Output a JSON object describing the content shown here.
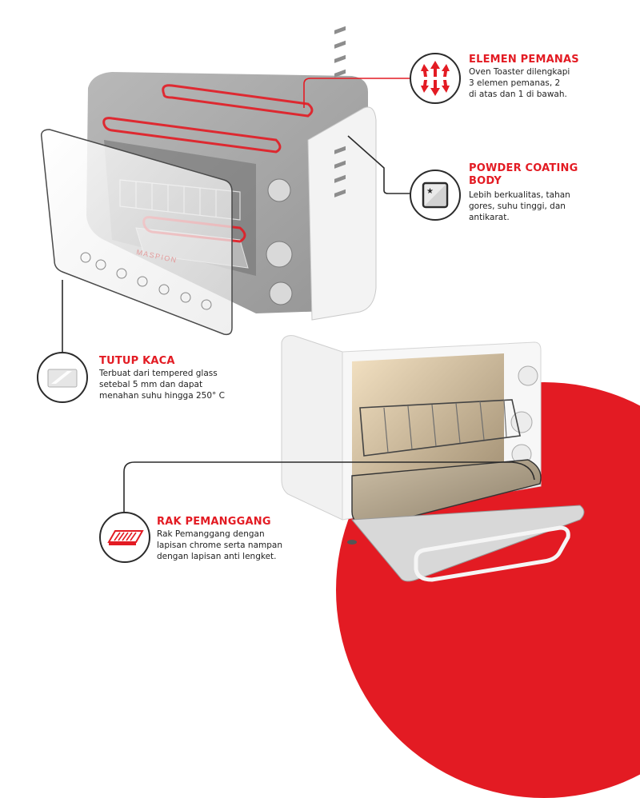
{
  "brand_colors": {
    "accent": "#e31b23",
    "line": "#2b2b2b",
    "oven_gray": "#9a9a9a",
    "oven_white": "#f2f2f2"
  },
  "product": {
    "brand_label": "MASPION",
    "name": "Oven Toaster"
  },
  "callouts": [
    {
      "id": "elemen-pemanas",
      "icon": "heating-element-arrows-icon",
      "title": "ELEMEN PEMANAS",
      "lines": [
        "Oven Toaster dilengkapi",
        "3 elemen pemanas, 2",
        "di atas dan 1 di bawah."
      ]
    },
    {
      "id": "powder-coating-body",
      "icon": "coated-panel-icon",
      "title_lines": [
        "POWDER COATING",
        "BODY"
      ],
      "lines": [
        "Lebih berkualitas, tahan",
        "gores, suhu tinggi, dan",
        "antikarat."
      ]
    },
    {
      "id": "tutup-kaca",
      "icon": "glass-pane-icon",
      "title": "TUTUP KACA",
      "lines": [
        "Terbuat dari tempered glass",
        "setebal 5 mm dan dapat",
        "menahan suhu hingga 250° C"
      ]
    },
    {
      "id": "rak-pemanggang",
      "icon": "grill-rack-icon",
      "title": "RAK PEMANGGANG",
      "lines": [
        "Rak Pemanggang dengan",
        "lapisan chrome serta nampan",
        "dengan lapisan anti lengket."
      ]
    }
  ]
}
